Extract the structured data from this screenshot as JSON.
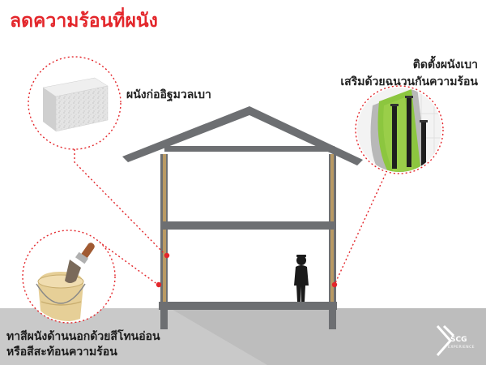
{
  "title": "ลดความร้อนที่ผนัง",
  "labels": {
    "wall_block": "ผนังก่ออิฐมวลเบา",
    "insulation_line1": "ติดตั้งผนังเบา",
    "insulation_line2": "เสริมด้วยฉนวนกันความร้อน",
    "paint_line1": "ทาสีผนังด้านนอกด้วยสีโทนอ่อน",
    "paint_line2": "หรือสีสะท้อนความร้อน"
  },
  "logo": {
    "text": "SCG",
    "subtext": "EXPERIENCE"
  },
  "colors": {
    "accent_red": "#e3262b",
    "house_gray": "#6d6f72",
    "ground_gray": "#c9c9c9",
    "wall_brown": "#b99a64",
    "insulation_green": "#8cc63f",
    "stud_black": "#1e1e1e",
    "paint_cream": "#e6cf97"
  },
  "icons": [
    "lightweight-block-icon",
    "insulation-panel-icon",
    "paint-bucket-icon",
    "paint-brush-icon",
    "person-icon",
    "scg-logo-icon"
  ]
}
